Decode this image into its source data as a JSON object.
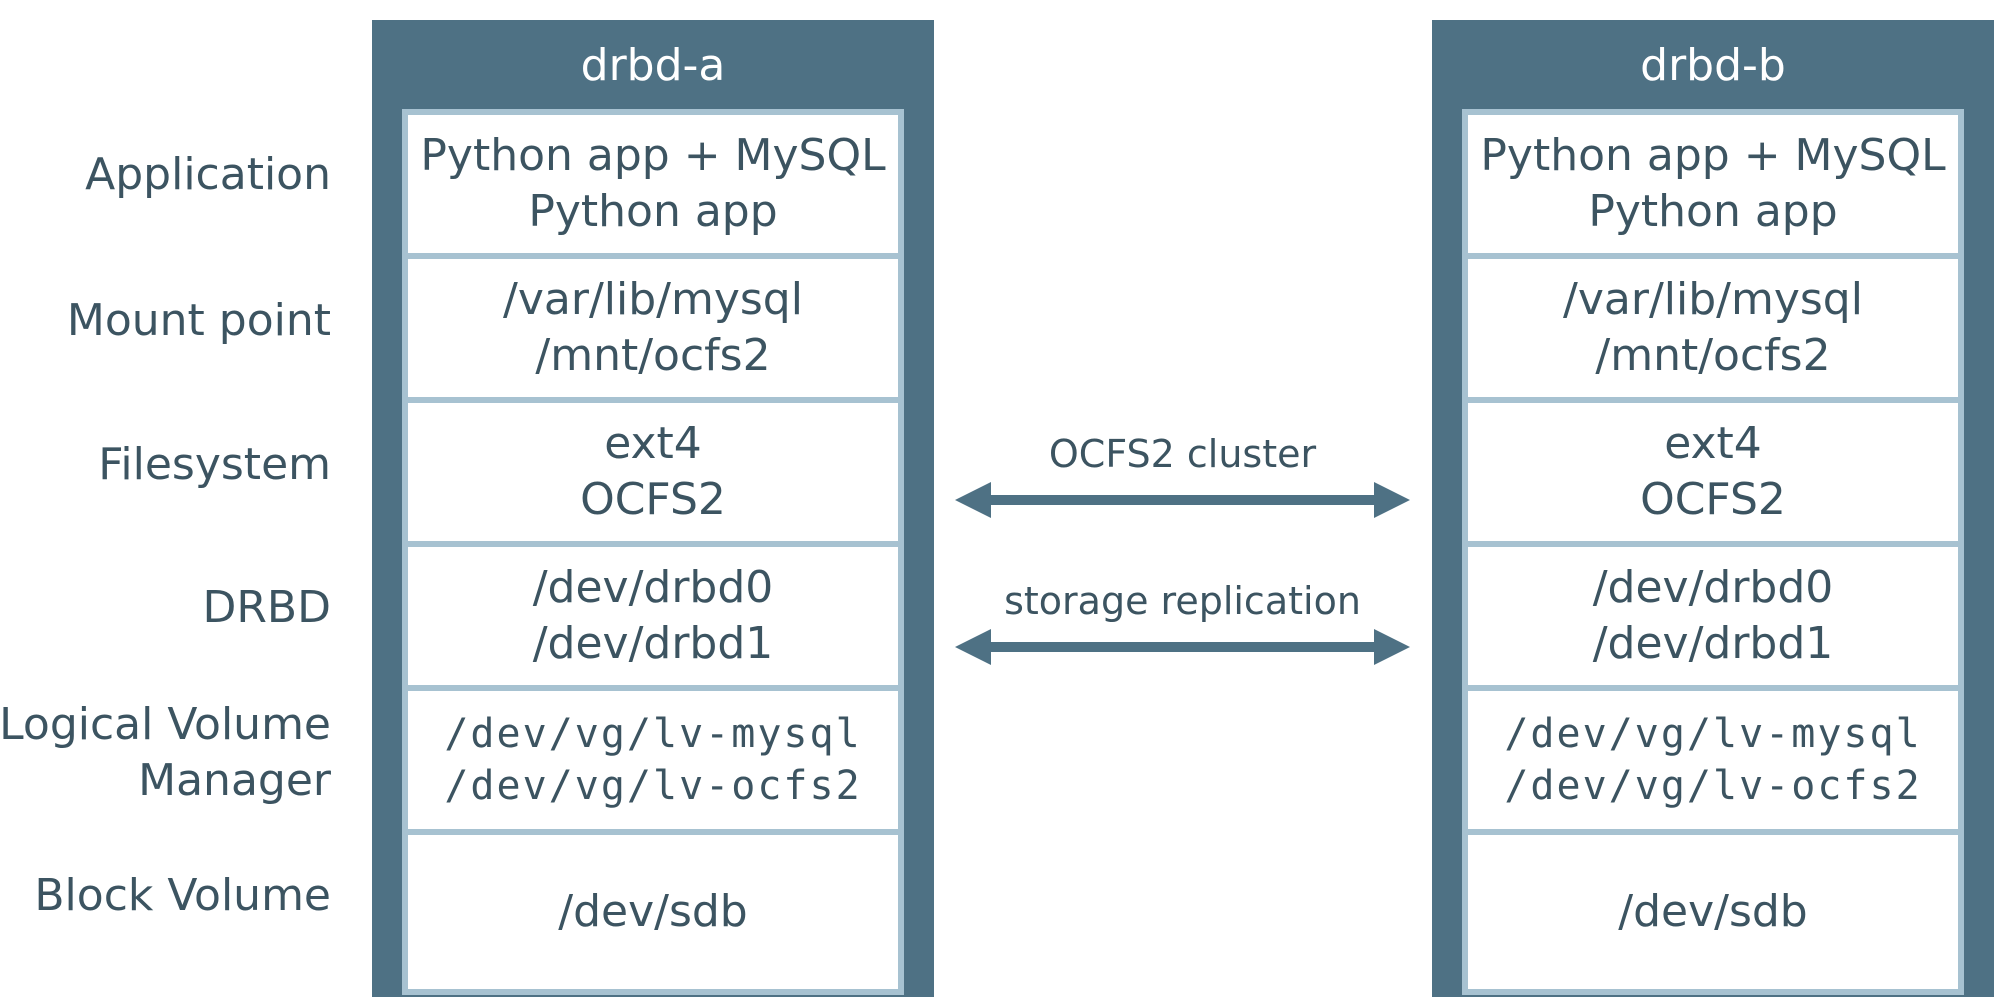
{
  "row_labels": [
    {
      "lines": [
        "Application"
      ]
    },
    {
      "lines": [
        "Mount point"
      ]
    },
    {
      "lines": [
        "Filesystem"
      ]
    },
    {
      "lines": [
        "DRBD"
      ]
    },
    {
      "lines": [
        "Logical Volume",
        "Manager"
      ]
    },
    {
      "lines": [
        "Block Volume"
      ]
    }
  ],
  "nodes": [
    {
      "title": "drbd-a",
      "layers": [
        {
          "lines": [
            "Python app + MySQL",
            "Python app"
          ]
        },
        {
          "lines": [
            "/var/lib/mysql",
            "/mnt/ocfs2"
          ]
        },
        {
          "lines": [
            "ext4",
            "OCFS2"
          ]
        },
        {
          "lines": [
            "/dev/drbd0",
            "/dev/drbd1"
          ]
        },
        {
          "lines": [
            "/dev/vg/lv-mysql",
            "/dev/vg/lv-ocfs2"
          ]
        },
        {
          "lines": [
            "/dev/sdb"
          ]
        }
      ]
    },
    {
      "title": "drbd-b",
      "layers": [
        {
          "lines": [
            "Python app + MySQL",
            "Python app"
          ]
        },
        {
          "lines": [
            "/var/lib/mysql",
            "/mnt/ocfs2"
          ]
        },
        {
          "lines": [
            "ext4",
            "OCFS2"
          ]
        },
        {
          "lines": [
            "/dev/drbd0",
            "/dev/drbd1"
          ]
        },
        {
          "lines": [
            "/dev/vg/lv-mysql",
            "/dev/vg/lv-ocfs2"
          ]
        },
        {
          "lines": [
            "/dev/sdb"
          ]
        }
      ]
    }
  ],
  "links": [
    {
      "label": "OCFS2 cluster"
    },
    {
      "label": "storage replication"
    }
  ],
  "colors": {
    "node_fill": "#4e7184",
    "layer_border": "#a7c2d1",
    "text": "#3c5461",
    "arrow": "#4e7184"
  }
}
